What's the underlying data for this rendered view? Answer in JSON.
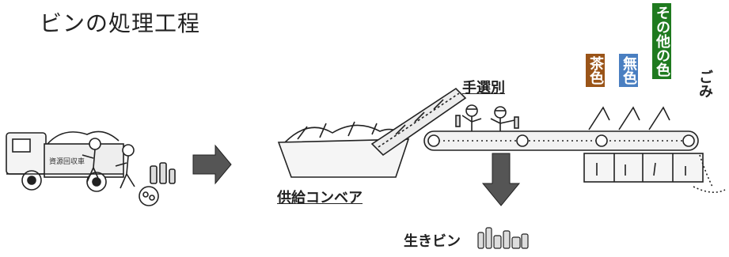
{
  "title": "ビンの処理工程",
  "labels": {
    "sorting": "手選別",
    "conveyor": "供給コンベア",
    "reusable": "生きビン"
  },
  "truck_text": "資源回収車",
  "bins": [
    {
      "text": "茶色",
      "color": "#9a5418"
    },
    {
      "text": "無色",
      "color": "#4a7fc1"
    },
    {
      "text": "その他の色",
      "color": "#1f7a1f"
    }
  ],
  "trash": "ごみ"
}
